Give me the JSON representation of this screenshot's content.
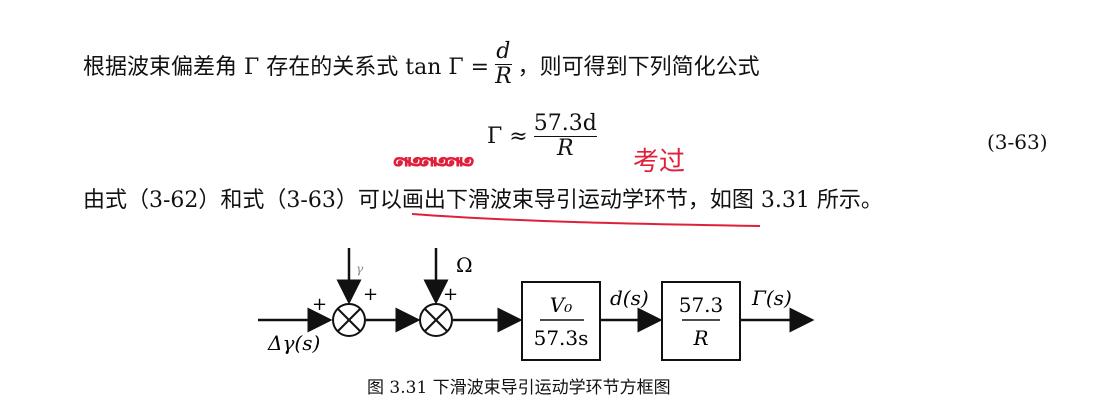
{
  "para1": {
    "prefix": "根据波束偏差角 Γ 存在的关系式 tan Γ =",
    "frac_num": "d",
    "frac_den": "R",
    "suffix": "，则可得到下列简化公式"
  },
  "equation": {
    "lhs": "Γ ≈",
    "num": "57.3d",
    "den": "R",
    "number": "(3-63)"
  },
  "para2": "由式（3-62）和式（3-63）可以画出下滑波束导引运动学环节，如图 3.31 所示。",
  "annotations": {
    "mark1": "꘏꘏꘏",
    "mark2": "考过",
    "ink_color": "#e0203a"
  },
  "diagram": {
    "input": "Δγ(s)",
    "plus_left": "+",
    "plus_top1": "+",
    "plus_left2": "+",
    "top_input1": "γ",
    "top_input2": "Ω",
    "block1_num": "V₀",
    "block1_den": "57.3s",
    "signal_mid": "d(s)",
    "block2_num": "57.3",
    "block2_den": "R",
    "output": "Γ(s)"
  },
  "caption": "图 3.31  下滑波束导引运动学环节方框图"
}
